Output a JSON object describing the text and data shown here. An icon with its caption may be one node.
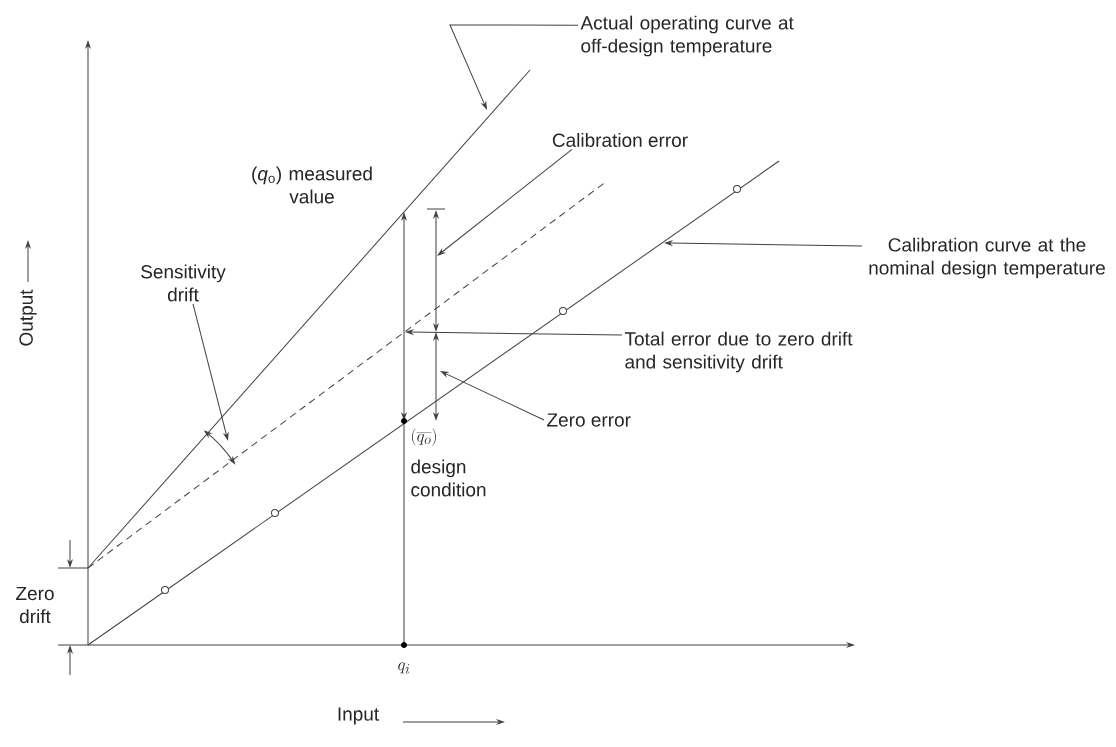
{
  "diagram": {
    "nodes": [
      {
        "text": [
          "Actual operating curve at off-design temperature"
        ]
      },
      {
        "text": [
          "Calibration error"
        ]
      },
      {
        "text": [
          "Calibration curve at the nominal design temperature"
        ]
      },
      {
        "text": [
          "Total error due to zero drift and sensitivity drift"
        ]
      },
      {
        "text": [
          "Zero error"
        ]
      },
      {
        "text": [
          "Sensitivity drift"
        ]
      }
    ],
    "edges": [
      {
        "from": 0,
        "to": null,
        "arrow": "to"
      },
      {
        "from": 1,
        "to": null,
        "arrow": "to"
      },
      {
        "from": 2,
        "to": null,
        "arrow": "to"
      },
      {
        "from": 3,
        "to": null,
        "arrow": "to"
      },
      {
        "from": 4,
        "to": null,
        "arrow": "to"
      },
      {
        "from": 5,
        "to": null,
        "arrow": "to"
      }
    ],
    "labels": [
      "(*q*$_{o}$) measured value",
      "Output",
      "(\\overline{q_o})",
      "design condition",
      "Zero drift",
      "q_i",
      "Input"
    ]
  }
}
